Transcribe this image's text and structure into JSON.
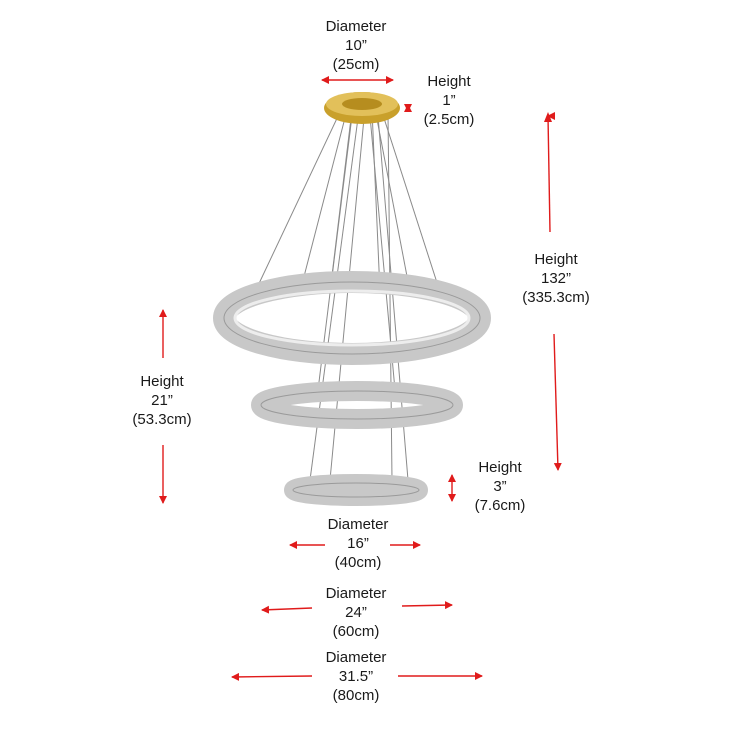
{
  "colors": {
    "arrow": "#e01b1b",
    "text": "#1a1a1a",
    "brass": "#c9a02b",
    "cable": "#8a8a8a",
    "crystal": "#c8c8c8"
  },
  "labels": {
    "canopy_diameter": {
      "title": "Diameter",
      "imperial": "10”",
      "metric": "(25cm)"
    },
    "canopy_height": {
      "title": "Height",
      "imperial": "1”",
      "metric": "(2.5cm)"
    },
    "overall_height": {
      "title": "Height",
      "imperial": "132”",
      "metric": "(335.3cm)"
    },
    "body_height": {
      "title": "Height",
      "imperial": "21”",
      "metric": "(53.3cm)"
    },
    "ring_height": {
      "title": "Height",
      "imperial": "3”",
      "metric": "(7.6cm)"
    },
    "small_ring_diameter": {
      "title": "Diameter",
      "imperial": "16”",
      "metric": "(40cm)"
    },
    "medium_ring_diameter": {
      "title": "Diameter",
      "imperial": "24”",
      "metric": "(60cm)"
    },
    "large_ring_diameter": {
      "title": "Diameter",
      "imperial": "31.5”",
      "metric": "(80cm)"
    }
  },
  "icons": [
    "double-arrow-icon"
  ]
}
